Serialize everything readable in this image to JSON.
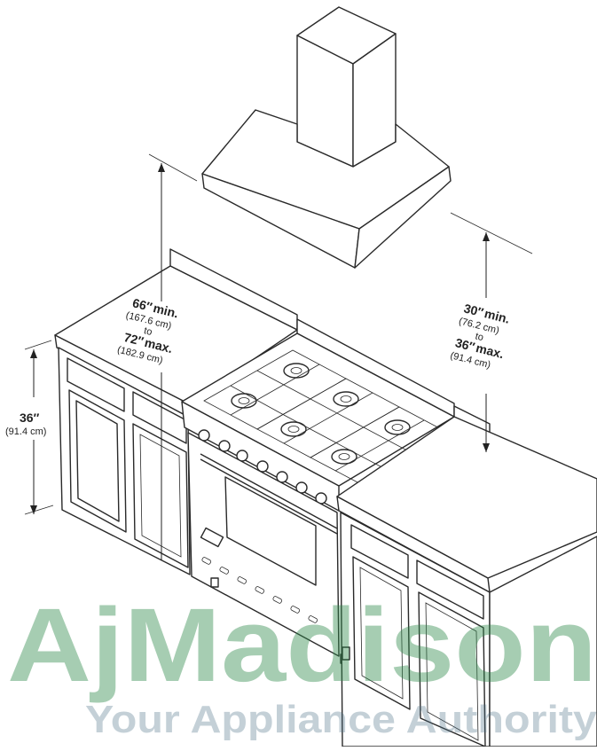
{
  "dimensions": {
    "hood_height": {
      "min_value": "30″",
      "min_unit": "min.",
      "min_metric": "(76.2 cm)",
      "connector": "to",
      "max_value": "36″",
      "max_unit": "max.",
      "max_metric": "(91.4 cm)"
    },
    "overall_height": {
      "min_value": "66″",
      "min_unit": "min.",
      "min_metric": "(167.6 cm)",
      "connector": "to",
      "max_value": "72″",
      "max_unit": "max.",
      "max_metric": "(182.9 cm)"
    },
    "counter_height": {
      "value": "36″",
      "metric": "(91.4 cm)"
    }
  },
  "watermark": {
    "brand": "AjMadison",
    "tagline": "Your Appliance Authority"
  }
}
